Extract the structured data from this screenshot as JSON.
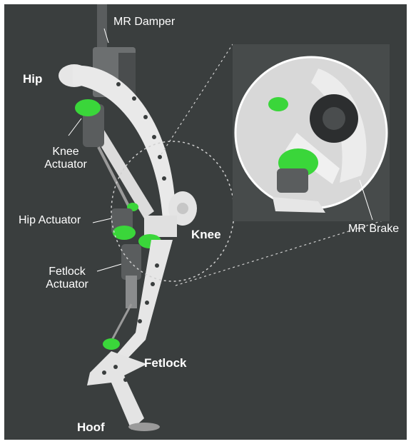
{
  "labels": {
    "mr_damper": "MR Damper",
    "hip": "Hip",
    "knee_actuator_line1": "Knee",
    "knee_actuator_line2": "Actuator",
    "hip_actuator": "Hip Actuator",
    "knee": "Knee",
    "fetlock_actuator_line1": "Fetlock",
    "fetlock_actuator_line2": "Actuator",
    "fetlock": "Fetlock",
    "hoof": "Hoof",
    "mr_brake": "MR Brake"
  },
  "colors": {
    "background": "#3a3e3e",
    "frame_border": "#ffffff",
    "leg_white": "#e8e8e8",
    "actuator_green": "#3ad63a",
    "actuator_grey": "#5a5d5e",
    "label_text": "#ffffff"
  }
}
